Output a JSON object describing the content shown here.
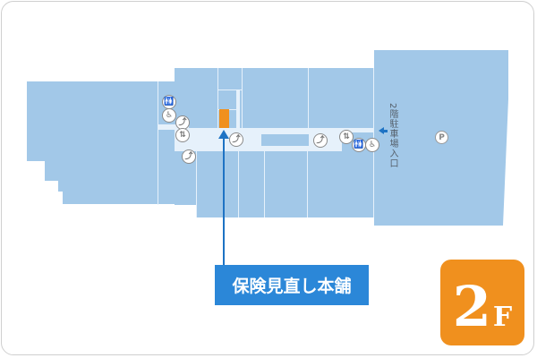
{
  "floor": {
    "label": "2F",
    "number": "2",
    "suffix": "F",
    "badge_color": "#f0901e"
  },
  "store": {
    "name": "保険見直し本舗",
    "label_color": "#2b87d8",
    "marker_color": "#f0901e"
  },
  "entrance": {
    "text": "2階駐車場入口"
  },
  "facilities": {
    "parking": "P",
    "icons": [
      {
        "type": "restroom-icon",
        "glyph": "🚻"
      },
      {
        "type": "nursing-room-icon",
        "glyph": "♿"
      },
      {
        "type": "escalator-icon",
        "glyph": "⤴"
      },
      {
        "type": "elevator-icon",
        "glyph": "⇅"
      },
      {
        "type": "escalator-icon",
        "glyph": "⤴"
      },
      {
        "type": "escalator-icon",
        "glyph": "⤴"
      },
      {
        "type": "escalator-icon",
        "glyph": "⤴"
      },
      {
        "type": "elevator-icon",
        "glyph": "⇅"
      },
      {
        "type": "restroom-icon",
        "glyph": "🚻"
      },
      {
        "type": "nursing-room-icon",
        "glyph": "♿"
      }
    ]
  },
  "colors": {
    "tenant_block": "#a2c8e8",
    "corridor": "#e6f1fb",
    "arrow": "#1e73c4"
  }
}
